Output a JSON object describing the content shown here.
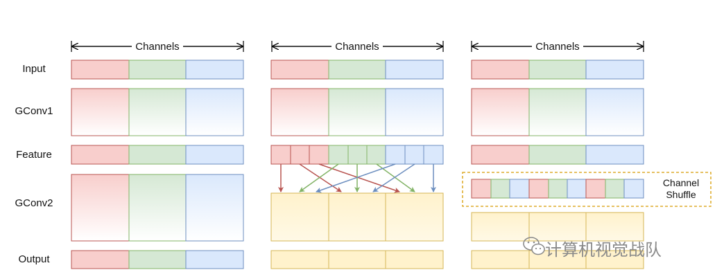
{
  "header": {
    "channels_label": "Channels"
  },
  "rows": {
    "input": "Input",
    "gconv1": "GConv1",
    "feature": "Feature",
    "gconv2": "GConv2",
    "output": "Output"
  },
  "shuffle": {
    "line1": "Channel",
    "line2": "Shuffle"
  },
  "watermark": {
    "text": "计算机视觉战队",
    "icon": "wechat-icon"
  },
  "colors": {
    "red_fill": "#f8cecc",
    "red_stroke": "#b85450",
    "green_fill": "#d5e8d4",
    "green_stroke": "#82b366",
    "blue_fill": "#dae8fc",
    "blue_stroke": "#6c8ebf",
    "yellow_fill": "#fff2cc",
    "yellow_stroke": "#d6b656",
    "shuffle_border": "#d79b00"
  }
}
